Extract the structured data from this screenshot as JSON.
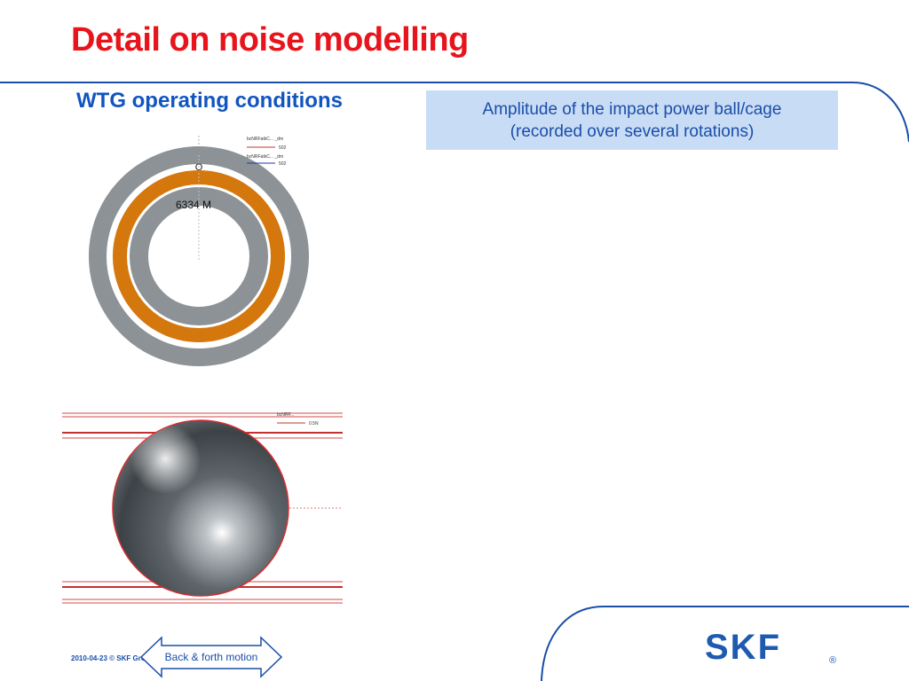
{
  "slide": {
    "title": "Detail on noise modelling",
    "subtitle": "WTG operating conditions",
    "callout": {
      "line1": "Amplitude of the impact power ball/cage",
      "line2": "(recorded over several rotations)"
    },
    "footer_text": "2010-04-23 © SKF Grou",
    "motion_button_label": "Back & forth motion",
    "bearing_label": "6334  M",
    "bearing_marker": "O",
    "bearing_legend": [
      "bcNRFatkC... _dm",
      "502",
      "bcNRFatkC... _dm",
      "502"
    ],
    "ball_legend": [
      "bcNRF...",
      "0.5N"
    ],
    "logo_text": "SKF",
    "logo_registered": "®"
  },
  "colors": {
    "title": "#e8141c",
    "subtitle": "#1155c0",
    "frame": "#1a4ea8",
    "callout_bg": "#c9dcf5",
    "cage": "#d4770d",
    "ring": "#8c9296",
    "logo": "#1e5bb0"
  }
}
